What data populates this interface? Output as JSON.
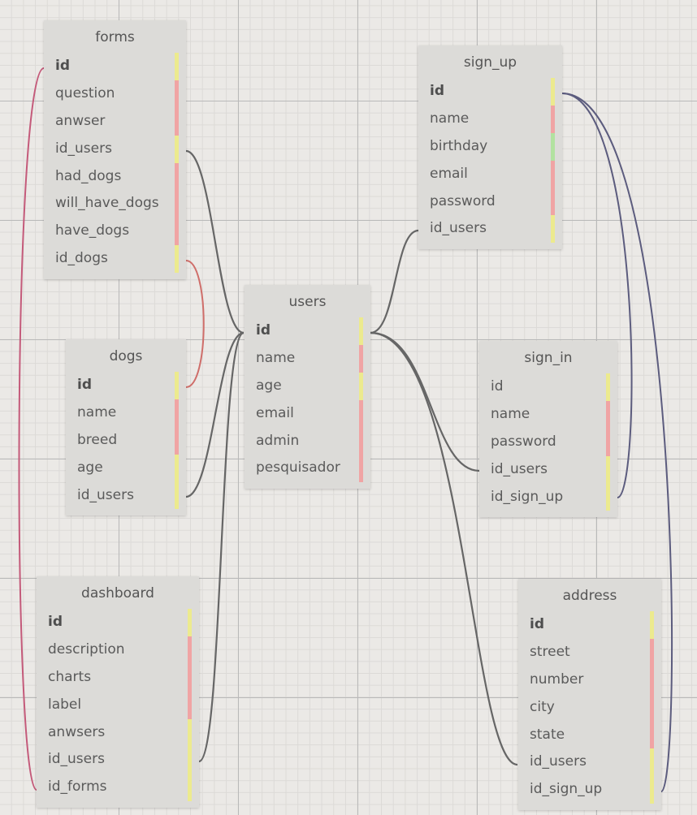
{
  "colors": {
    "pk": "#ecea8e",
    "field": "#f0a4a4",
    "date": "#b2e2a0",
    "link_default": "#666666",
    "link_forms": "#c45a7a",
    "link_dogs": "#cf6e6a",
    "link_sign_up": "#5c5c7e"
  },
  "tables": [
    {
      "name": "forms",
      "fields": [
        {
          "label": "id",
          "kind": "pk"
        },
        {
          "label": "question",
          "kind": "field"
        },
        {
          "label": "anwser",
          "kind": "field"
        },
        {
          "label": "id_users",
          "kind": "pk"
        },
        {
          "label": "had_dogs",
          "kind": "field"
        },
        {
          "label": "will_have_dogs",
          "kind": "field"
        },
        {
          "label": "have_dogs",
          "kind": "field"
        },
        {
          "label": "id_dogs",
          "kind": "pk"
        }
      ]
    },
    {
      "name": "sign_up",
      "fields": [
        {
          "label": "id",
          "kind": "pk"
        },
        {
          "label": "name",
          "kind": "field"
        },
        {
          "label": "birthday",
          "kind": "date"
        },
        {
          "label": "email",
          "kind": "field"
        },
        {
          "label": "password",
          "kind": "field"
        },
        {
          "label": "id_users",
          "kind": "pk"
        }
      ]
    },
    {
      "name": "users",
      "fields": [
        {
          "label": "id",
          "kind": "pk"
        },
        {
          "label": "name",
          "kind": "field"
        },
        {
          "label": "age",
          "kind": "pk"
        },
        {
          "label": "email",
          "kind": "field"
        },
        {
          "label": "admin",
          "kind": "field"
        },
        {
          "label": "pesquisador",
          "kind": "field"
        }
      ]
    },
    {
      "name": "dogs",
      "fields": [
        {
          "label": "id",
          "kind": "pk"
        },
        {
          "label": "name",
          "kind": "field"
        },
        {
          "label": "breed",
          "kind": "field"
        },
        {
          "label": "age",
          "kind": "pk"
        },
        {
          "label": "id_users",
          "kind": "pk"
        }
      ]
    },
    {
      "name": "sign_in",
      "fields": [
        {
          "label": "id",
          "kind": "pk"
        },
        {
          "label": "name",
          "kind": "field"
        },
        {
          "label": "password",
          "kind": "field"
        },
        {
          "label": "id_users",
          "kind": "pk"
        },
        {
          "label": "id_sign_up",
          "kind": "pk"
        }
      ]
    },
    {
      "name": "dashboard",
      "fields": [
        {
          "label": "id",
          "kind": "pk"
        },
        {
          "label": "description",
          "kind": "field"
        },
        {
          "label": "charts",
          "kind": "field"
        },
        {
          "label": "label",
          "kind": "field"
        },
        {
          "label": "anwsers",
          "kind": "pk"
        },
        {
          "label": "id_users",
          "kind": "pk"
        },
        {
          "label": "id_forms",
          "kind": "pk"
        }
      ]
    },
    {
      "name": "address",
      "fields": [
        {
          "label": "id",
          "kind": "pk"
        },
        {
          "label": "street",
          "kind": "field"
        },
        {
          "label": "number",
          "kind": "field"
        },
        {
          "label": "city",
          "kind": "field"
        },
        {
          "label": "state",
          "kind": "field"
        },
        {
          "label": "id_users",
          "kind": "pk"
        },
        {
          "label": "id_sign_up",
          "kind": "pk"
        }
      ]
    }
  ],
  "relations": [
    {
      "from": "forms.id_users",
      "to": "users.id"
    },
    {
      "from": "dogs.id_users",
      "to": "users.id"
    },
    {
      "from": "dashboard.id_users",
      "to": "users.id"
    },
    {
      "from": "sign_up.id_users",
      "to": "users.id"
    },
    {
      "from": "sign_in.id_users",
      "to": "users.id"
    },
    {
      "from": "address.id_users",
      "to": "users.id"
    },
    {
      "from": "forms.id_dogs",
      "to": "dogs.id"
    },
    {
      "from": "dashboard.id_forms",
      "to": "forms.id"
    },
    {
      "from": "sign_in.id_sign_up",
      "to": "sign_up.id"
    },
    {
      "from": "address.id_sign_up",
      "to": "sign_up.id"
    }
  ]
}
